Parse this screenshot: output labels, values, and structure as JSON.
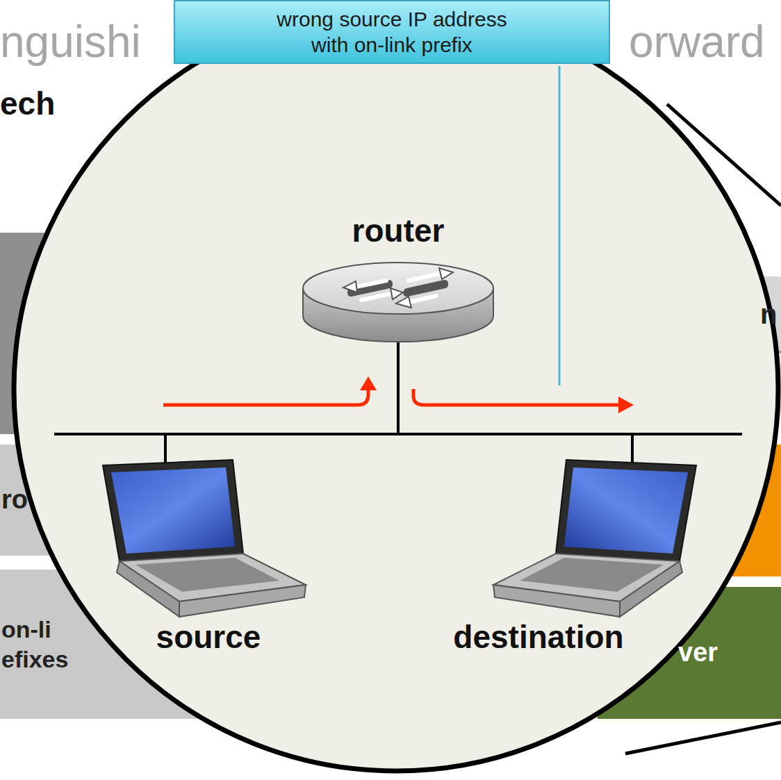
{
  "diagram": {
    "nodes": [
      {
        "text": [
          "wrong source IP address with on-link prefix"
        ]
      },
      {
        "text": [
          "n"
        ]
      },
      {
        "text": [
          "ro"
        ]
      },
      {
        "text": [
          "on-li efixes"
        ]
      },
      {
        "text": [
          "ver"
        ]
      }
    ],
    "labels": [
      "nguishi",
      "orward",
      "ech",
      "router",
      "source",
      "destination"
    ]
  }
}
